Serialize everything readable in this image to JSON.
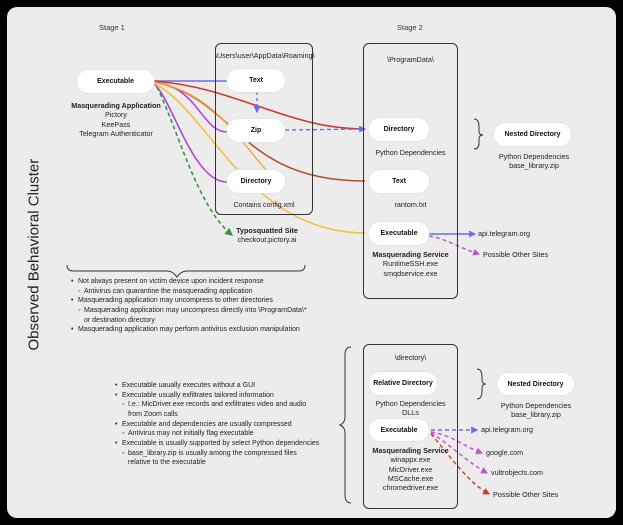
{
  "cluster_title": "Observed Behavioral Cluster",
  "stage1_label": "Stage 1",
  "stage2_label": "Stage 2",
  "roaming_path": "\\Users\\user\\AppData\\Roaming\\",
  "roaming_caption": "Contains config.xml",
  "programdata_path": "\\ProgramData\\",
  "directory_path": "\\directory\\",
  "nodes": {
    "executable": "Executable",
    "text": "Text",
    "zip": "Zip",
    "directory": "Directory",
    "pd_directory": "Directory",
    "pd_text": "Text",
    "pd_executable": "Executable",
    "nested1": "Nested Directory",
    "relative_directory": "Relative Directory",
    "exec2": "Executable",
    "nested2": "Nested Directory"
  },
  "masq_app": {
    "title": "Masquerading Application",
    "items": [
      "Pictory",
      "KeePass",
      "Telegram Authenticator"
    ]
  },
  "typo": {
    "title": "Typosquatted Site",
    "url": "checkout.pictory.ai"
  },
  "pd_directory_caption": "Python Dependencies",
  "pd_text_caption": "rantom.txt",
  "nested1_caption": [
    "Python Dependencies",
    "base_library.zip"
  ],
  "masq_service1": {
    "title": "Masquerading Service",
    "items": [
      "RuntimeSSH.exe",
      "smqdservice.exe"
    ]
  },
  "targets1": [
    "api.telegram.org",
    "Possible Other Sites"
  ],
  "bullets1": [
    {
      "level": 1,
      "text": "Not always present on victim device upon incident response"
    },
    {
      "level": 2,
      "text": "Antivirus can quarantine the masquerading application"
    },
    {
      "level": 1,
      "text": "Masquerading application may uncompress to other directories"
    },
    {
      "level": 2,
      "text": "Masquerading application may uncompress directly into \\ProgramData\\*"
    },
    {
      "level": 3,
      "text": "or destination directory"
    },
    {
      "level": 1,
      "text": "Masquerading application may perform antivirus exclusion manipulation"
    }
  ],
  "bullets2": [
    {
      "level": 1,
      "text": "Executable uaually executes without a GUI"
    },
    {
      "level": 1,
      "text": "Executable usually exfiltrates tailored information"
    },
    {
      "level": 2,
      "text": "I.e.: MicDriver.exe records and exfiltrates video and audio"
    },
    {
      "level": 3,
      "text": "from Zoom calls"
    },
    {
      "level": 1,
      "text": "Executable and dependencies are usually compressed"
    },
    {
      "level": 2,
      "text": "Antivirus may not initially flag executable"
    },
    {
      "level": 1,
      "text": "Executable is usually supported by select Python dependencies"
    },
    {
      "level": 2,
      "text": "base_library.zip is usually among the compressed files"
    },
    {
      "level": 3,
      "text": "relative to the executable"
    }
  ],
  "rel_dir_caption": [
    "Python Dependencies",
    "DLLs"
  ],
  "nested2_caption": [
    "Python Dependencies",
    "base_library.zip"
  ],
  "masq_service2": {
    "title": "Masquerading Service",
    "items": [
      "winappx.exe",
      "MicDriver.exe",
      "MSCache.exe",
      "chromedriver.exe"
    ]
  },
  "targets2": [
    "api.telegram.org",
    "google.com",
    "vultrobjects.com",
    "Possible Other Sites"
  ],
  "colors": {
    "blue": "#6a6cf2",
    "purple": "#b545d6",
    "orange": "#f0a73a",
    "rust": "#b0502a",
    "yellow": "#f2c23c",
    "green": "#2e9a3c",
    "violet": "#c24fd4",
    "red": "#d8342b"
  }
}
